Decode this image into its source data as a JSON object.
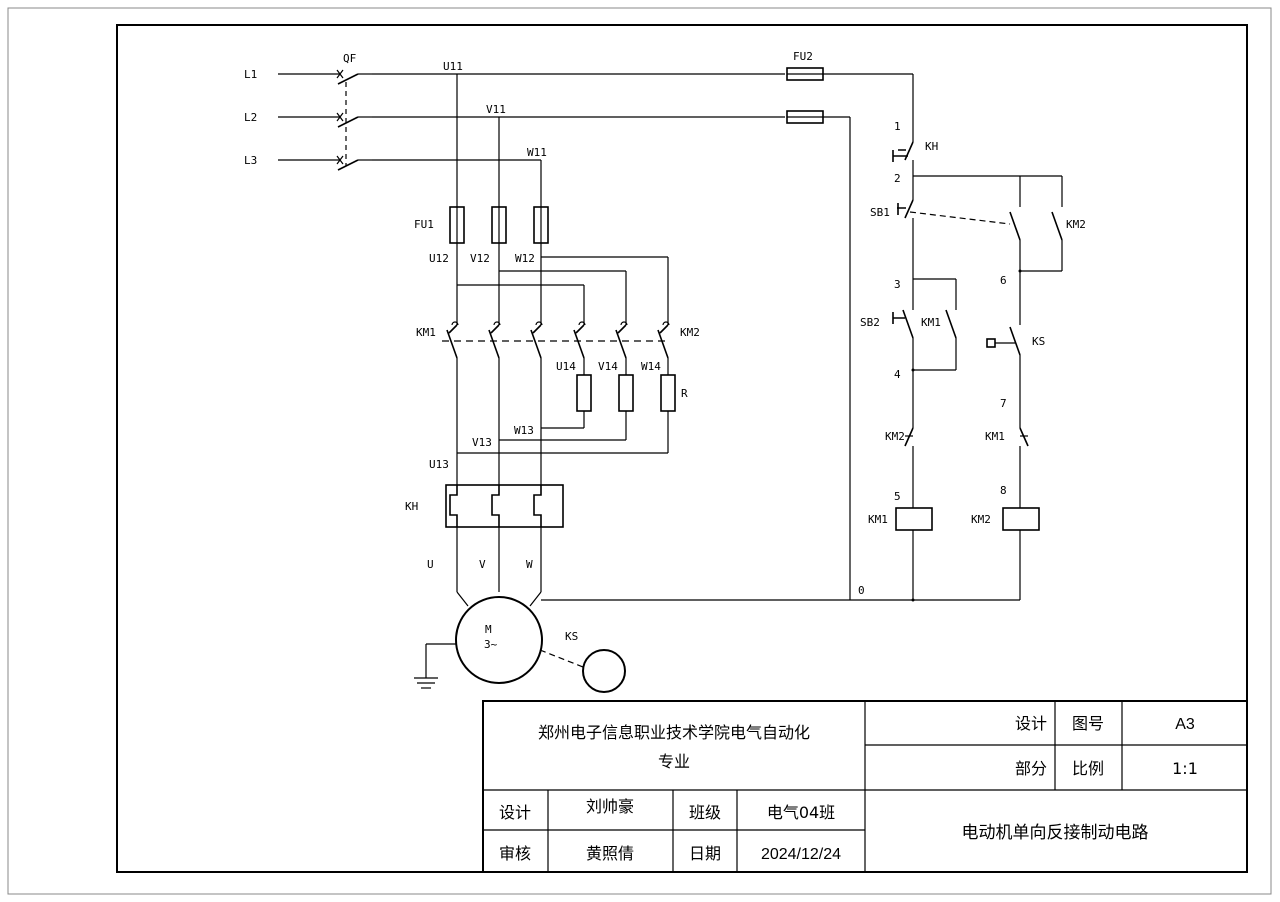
{
  "labels": {
    "L1": "L1",
    "L2": "L2",
    "L3": "L3",
    "QF": "QF",
    "FU2": "FU2",
    "FU1": "FU1",
    "U11": "U11",
    "V11": "V11",
    "W11": "W11",
    "U12": "U12",
    "V12": "V12",
    "W12": "W12",
    "U13": "U13",
    "V13": "V13",
    "W13": "W13",
    "U14": "U14",
    "V14": "V14",
    "W14": "W14",
    "KM1": "KM1",
    "KM2": "KM2",
    "KH": "KH",
    "R": "R",
    "U": "U",
    "V": "V",
    "W": "W",
    "M": "M",
    "phase": "3~",
    "KS": "KS",
    "SB1": "SB1",
    "SB2": "SB2",
    "n1": "1",
    "n2": "2",
    "n3": "3",
    "n4": "4",
    "n5": "5",
    "n6": "6",
    "n7": "7",
    "n8": "8",
    "n0": "0"
  },
  "title_block": {
    "school": "郑州电子信息职业技术学院电气自动化",
    "major": "专业",
    "design_label_r": "设计",
    "part_label": "部分",
    "drawing_no_label": "图号",
    "drawing_no": "A3",
    "scale_label": "比例",
    "scale": "1:1",
    "design_label": "设计",
    "designer": "刘帅豪",
    "class_label": "班级",
    "class_value": "电气04班",
    "review_label": "审核",
    "reviewer": "黄照倩",
    "date_label": "日期",
    "date": "2024/12/24",
    "drawing_title": "电动机单向反接制动电路"
  }
}
